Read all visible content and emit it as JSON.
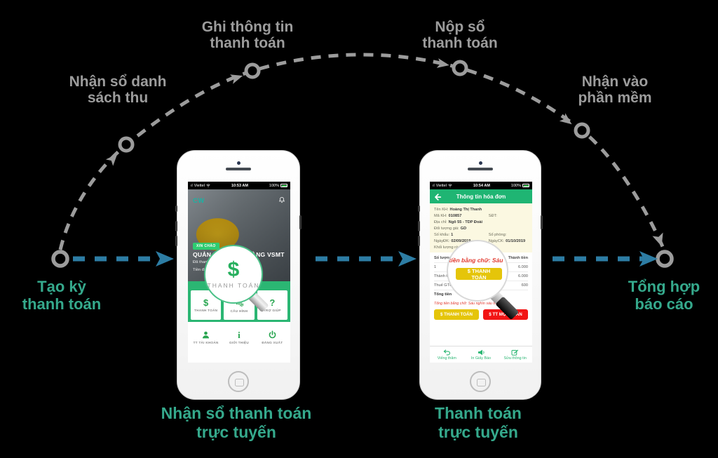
{
  "flow": {
    "stages": {
      "start": "Tạo kỳ\nthanh toán",
      "end": "Tổng hợp\nbáo cáo"
    },
    "arc_steps": [
      "Nhận sổ danh\nsách thu",
      "Ghi thông tin\nthanh toán",
      "Nộp sổ\nthanh toán",
      "Nhận vào\nphần mềm"
    ],
    "captions": [
      "Nhận sổ thanh toán\ntrực tuyến",
      "Thanh toán\ntrực tuyến"
    ],
    "colors": {
      "accent_teal": "#35a98c",
      "arrow_blue": "#2d7da4",
      "arc_gray": "#9c9c9c",
      "app_green": "#2bb673"
    }
  },
  "phone1": {
    "status": {
      "carrier": "Viettel",
      "time": "10:53 AM",
      "battery": "100%"
    },
    "logo": "CW",
    "badge": "XIN CHÀO",
    "title": "QUẢN LÝ KHÁCH HÀNG VSMT",
    "stat1": "Đã thanh toán:",
    "stat2": "Tiền đã thu:",
    "magnifier": {
      "symbol": "$",
      "label": "THANH TOÁN"
    },
    "tiles": [
      {
        "glyph": "$",
        "icon": "dollar-icon",
        "label": "THANH TOÁN"
      },
      {
        "glyph": "",
        "icon": "gears-icon",
        "label": "CẤU HÌNH"
      },
      {
        "glyph": "?",
        "icon": "question-icon",
        "label": "TRỢ GIÚP"
      },
      {
        "glyph": "",
        "icon": "user-icon",
        "label": "TT TÀI KHOẢN"
      },
      {
        "glyph": "i",
        "icon": "info-icon",
        "label": "GIỚI THIỆU"
      },
      {
        "glyph": "",
        "icon": "power-icon",
        "label": "ĐĂNG XUẤT"
      }
    ]
  },
  "phone2": {
    "status": {
      "carrier": "Viettel",
      "time": "10:54 AM",
      "battery": "100%"
    },
    "header_title": "Thông tin hóa đơn",
    "info_rows": [
      {
        "l1": "Tên KH:",
        "v1": "Hoàng Thị Thanh",
        "l2": "",
        "v2": ""
      },
      {
        "l1": "Mã KH:",
        "v1": "010857",
        "l2": "SĐT:",
        "v2": ""
      },
      {
        "l1": "Địa chỉ:",
        "v1": "Ngõ 55 - TDP Đoài",
        "l2": "",
        "v2": ""
      },
      {
        "l1": "Đối tượng giá:",
        "v1": "GD",
        "l2": "",
        "v2": ""
      },
      {
        "l1": "Số khẩu:",
        "v1": "1",
        "l2": "Số phòng:",
        "v2": ""
      },
      {
        "l1": "NgàyĐK:",
        "v1": "02/09/2019",
        "l2": "NgàyCK:",
        "v2": "01/10/2019"
      },
      {
        "l1": "Khối lượng rác:",
        "v1": "",
        "l2": "",
        "v2": ""
      }
    ],
    "table": {
      "col1": "Số lượng",
      "col2": "Thành tiền",
      "rows": [
        {
          "c1": "1",
          "c2": "6.000"
        },
        {
          "c1": "Thành tiền",
          "c2": "6.000"
        },
        {
          "c1": "Thuế GTGT",
          "c2": "600"
        },
        {
          "c1": "Tổng tiền",
          "c2": ""
        }
      ]
    },
    "amount_in_words": "Tổng tiền bằng chữ: Sáu nghìn sáu trăm đồng.",
    "magnifier": {
      "zoom_text": "g tiền bằng chữ: Sáu",
      "button": "$ THANH TOÁN"
    },
    "pay_buttons": [
      {
        "label": "$ THANH TOÁN"
      },
      {
        "label": "$ TT MỘT PHẦN"
      }
    ],
    "footer_items": [
      {
        "icon": "visit-icon",
        "label": "Viếng thăm"
      },
      {
        "icon": "print-icon",
        "label": "In Giấy Báo"
      },
      {
        "icon": "edit-icon",
        "label": "Sửa thông tin"
      }
    ]
  }
}
